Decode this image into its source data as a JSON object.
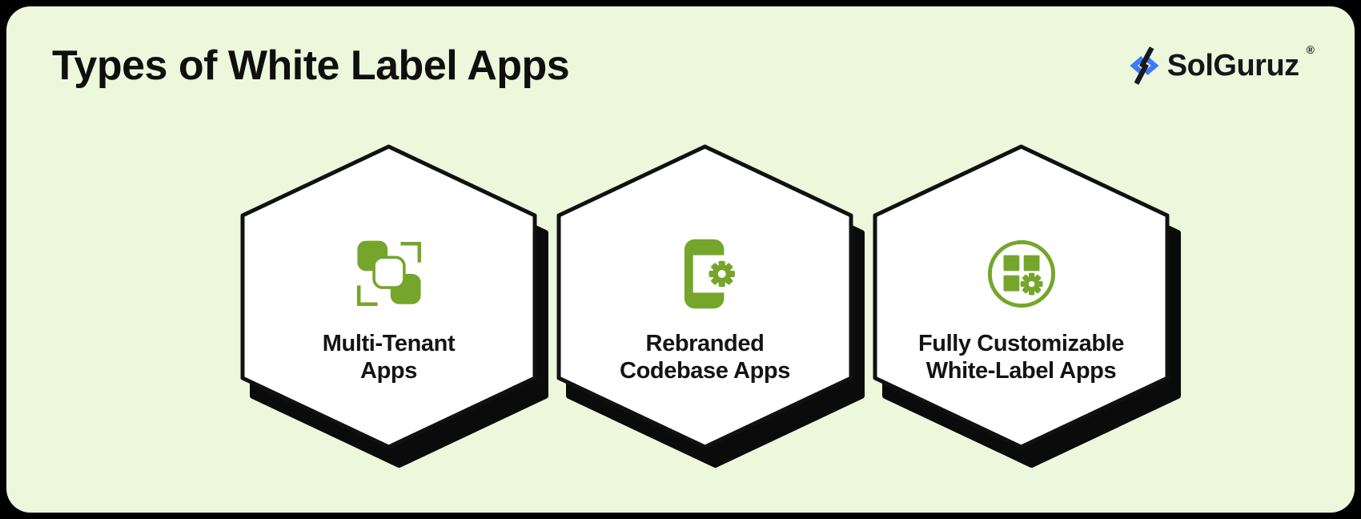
{
  "frame": {
    "outer_background": "#000000",
    "panel_background": "#edf7db",
    "panel_corner_radius": 30
  },
  "header": {
    "title": "Types of White Label Apps"
  },
  "logo": {
    "text": "SolGuruz",
    "registered_mark": "®",
    "icon": "solguruz-bolt-icon",
    "icon_blue": "#3c7bf5",
    "icon_black": "#171a21"
  },
  "cards": [
    {
      "icon": "multi-tenant-squares-icon",
      "label_line1": "Multi-Tenant",
      "label_line2": "Apps"
    },
    {
      "icon": "rebranded-phone-gear-icon",
      "label_line1": "Rebranded",
      "label_line2": "Codebase Apps"
    },
    {
      "icon": "customizable-grid-gear-icon",
      "label_line1": "Fully Customizable",
      "label_line2": "White-Label Apps"
    }
  ],
  "colors": {
    "icon_green": "#75a62b",
    "card_fill": "#ffffff",
    "card_outline": "#111111",
    "card_shadow": "#0b0b0b",
    "title_text": "#0f0f0f",
    "label_text": "#141414"
  }
}
